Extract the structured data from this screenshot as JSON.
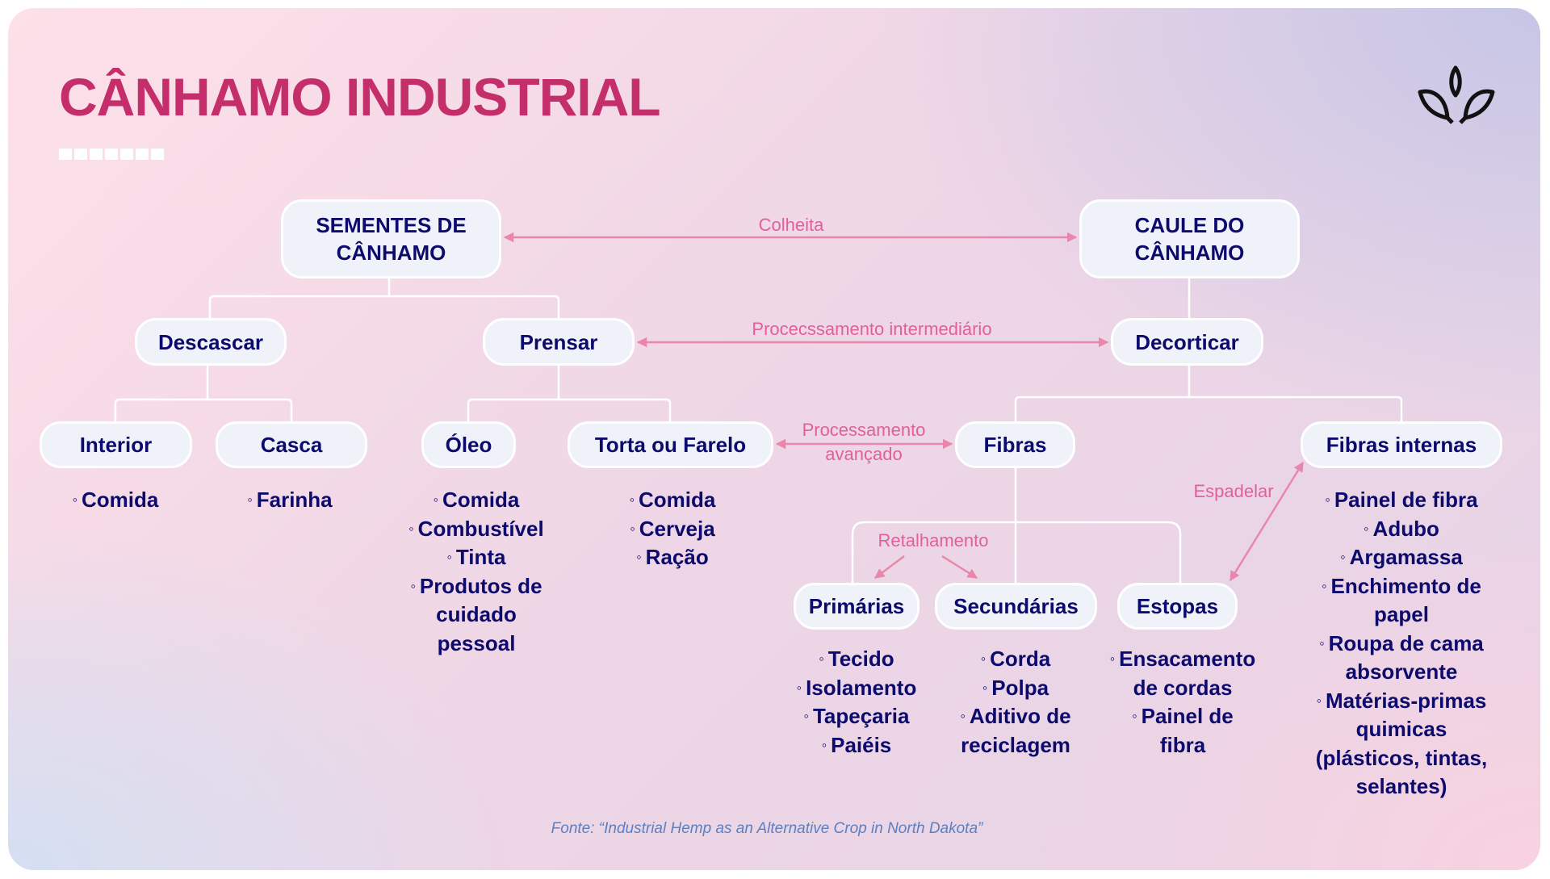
{
  "title": "CÂNHAMO INDUSTRIAL",
  "colors": {
    "title": "#c42e6a",
    "node_text": "#0d0a6e",
    "arrow": "#e887ab",
    "arrow_label": "#e0609a",
    "source": "#5b7fc0"
  },
  "logo_icon": "sprout-leaves-icon",
  "nodes": {
    "sementes": "SEMENTES DE CÂNHAMO",
    "caule": "CAULE DO CÂNHAMO",
    "descascar": "Descascar",
    "prensar": "Prensar",
    "decorticar": "Decorticar",
    "interior": "Interior",
    "casca": "Casca",
    "oleo": "Óleo",
    "torta": "Torta ou Farelo",
    "fibras": "Fibras",
    "fibras_internas": "Fibras internas",
    "primarias": "Primárias",
    "secundarias": "Secundárias",
    "estopas": "Estopas"
  },
  "arrows": {
    "colheita": "Colheita",
    "intermediario": "Procecssamento intermediário",
    "avancado_1": "Processamento",
    "avancado_2": "avançado",
    "retalhamento": "Retalhamento",
    "espadelar": "Espadelar"
  },
  "lists": {
    "interior": [
      "Comida"
    ],
    "casca": [
      "Farinha"
    ],
    "oleo": [
      "Comida",
      "Combustível",
      "Tinta",
      "Produtos de",
      "cuidado",
      "pessoal"
    ],
    "torta": [
      "Comida",
      "Cerveja",
      "Ração"
    ],
    "primarias": [
      "Tecido",
      "Isolamento",
      "Tapeçaria",
      "Paiéis"
    ],
    "secundarias": [
      "Corda",
      "Polpa",
      "Aditivo de",
      "reciclagem"
    ],
    "estopas": [
      "Ensacamento",
      "de cordas",
      "Painel de",
      "fibra"
    ],
    "fibras_internas": [
      "Painel de fibra",
      "Adubo",
      "Argamassa",
      "Enchimento de",
      "papel",
      "Roupa de cama",
      "absorvente",
      "Matérias-primas",
      "quimicas",
      "(plásticos, tintas,",
      "selantes)"
    ]
  },
  "source": "Fonte: “Industrial Hemp as an Alternative Crop in North Dakota”"
}
